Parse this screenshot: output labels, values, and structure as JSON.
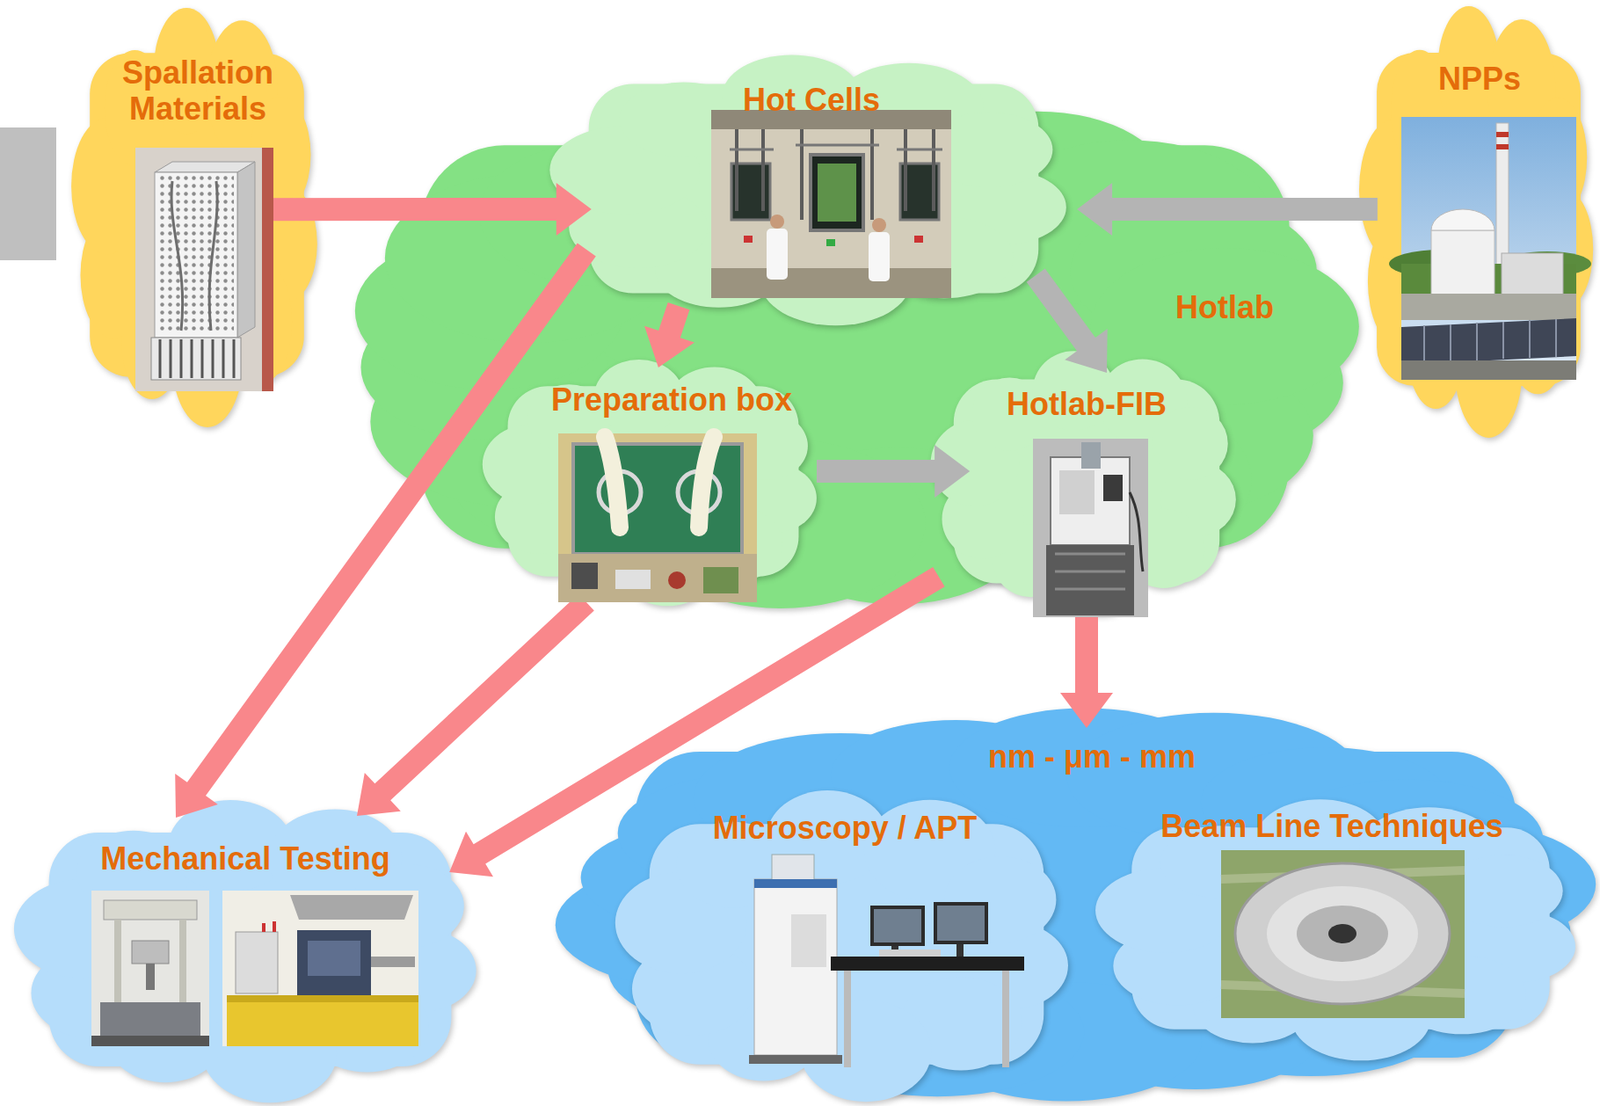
{
  "diagram": {
    "nodes": [
      {
        "text": [
          "Spallation Materials"
        ]
      },
      {
        "text": [
          "Hotlab"
        ]
      },
      {
        "text": [
          "Hot Cells"
        ],
        "in": 1
      },
      {
        "text": [
          "Preparation box"
        ],
        "in": 1
      },
      {
        "text": [
          "Hotlab-FIB"
        ],
        "in": 1
      },
      {
        "text": [
          "NPPs"
        ]
      },
      {
        "text": [
          "Mechanical Testing"
        ]
      },
      {
        "text": [
          "nm - μm - mm"
        ]
      },
      {
        "text": [
          "Microscopy / APT"
        ],
        "in": 7
      },
      {
        "text": [
          "Beam Line Techniques"
        ],
        "in": 7
      }
    ],
    "edges": [
      {
        "from": 0,
        "to": 2,
        "arrow": "to"
      },
      {
        "from": 5,
        "to": 2,
        "arrow": "to"
      },
      {
        "from": 2,
        "to": 3,
        "arrow": "to"
      },
      {
        "from": 2,
        "to": 4,
        "arrow": "to"
      },
      {
        "from": 3,
        "to": 4,
        "arrow": "to"
      },
      {
        "from": 2,
        "to": 6,
        "arrow": "to"
      },
      {
        "from": 3,
        "to": 6,
        "arrow": "to"
      },
      {
        "from": 4,
        "to": 6,
        "arrow": "to"
      },
      {
        "from": 4,
        "to": 7,
        "arrow": "to"
      }
    ]
  }
}
